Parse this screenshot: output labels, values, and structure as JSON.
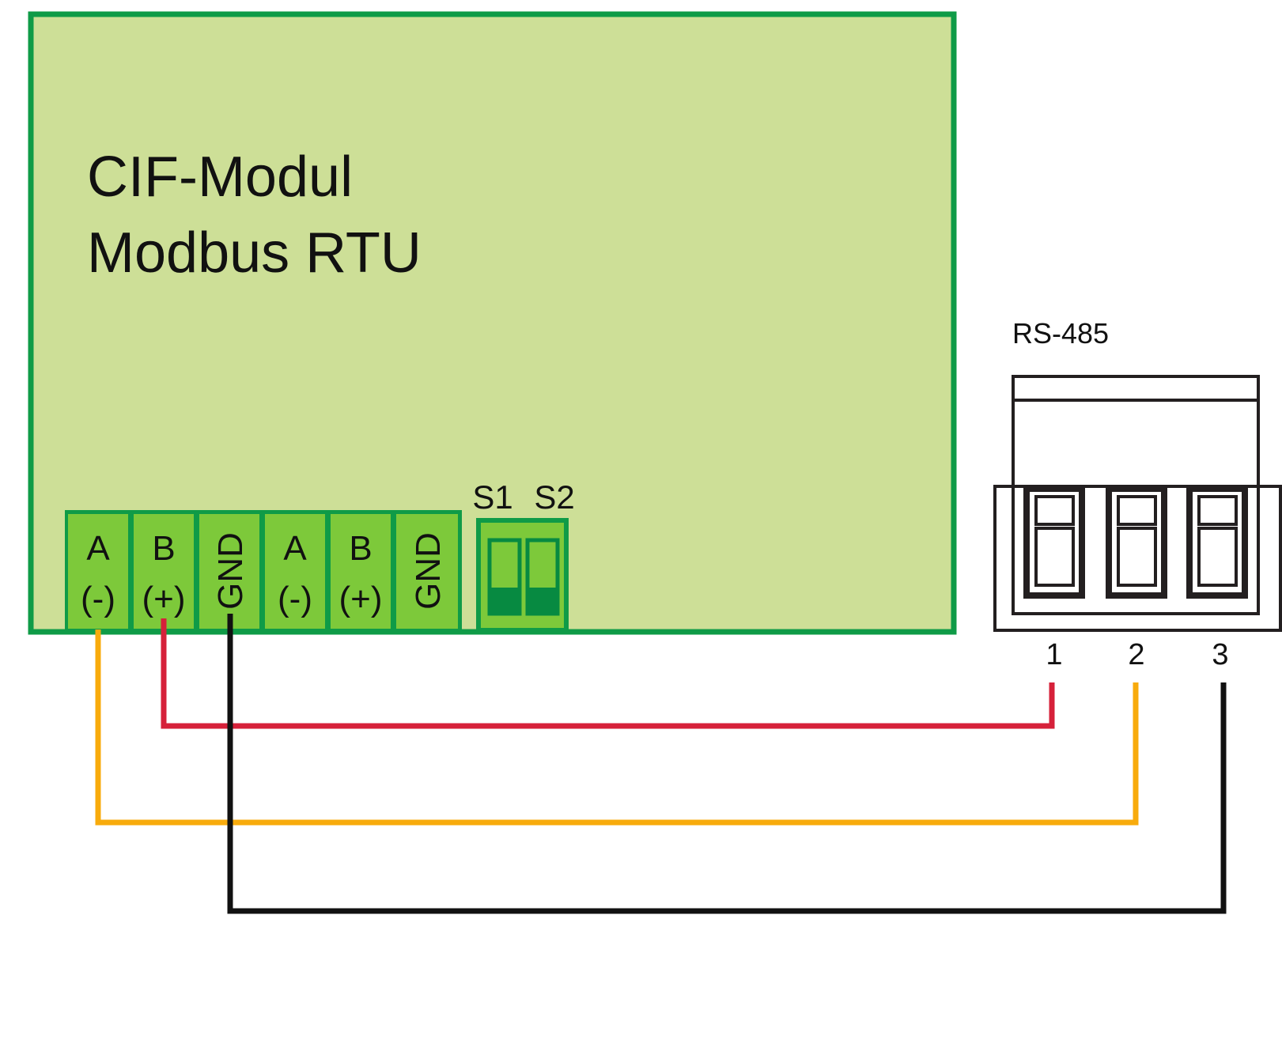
{
  "module": {
    "title_line1": "CIF-Modul",
    "title_line2": "Modbus RTU",
    "fill_color": "#cddf97",
    "border_color": "#0f9b47"
  },
  "terminals": [
    {
      "line1": "A",
      "line2": "(-)"
    },
    {
      "line1": "B",
      "line2": "(+)"
    },
    {
      "vertical": "GND"
    },
    {
      "line1": "A",
      "line2": "(-)"
    },
    {
      "line1": "B",
      "line2": "(+)"
    },
    {
      "vertical": "GND"
    }
  ],
  "dip_switch": {
    "label_s1": "S1",
    "label_s2": "S2"
  },
  "connector": {
    "label": "RS-485",
    "pins": [
      "1",
      "2",
      "3"
    ]
  },
  "colors": {
    "terminal_green": "#7dc93a",
    "switch_dark": "#078a41",
    "wire_a": "#f8ab0c",
    "wire_b": "#d6213a",
    "wire_gnd": "#111111"
  }
}
